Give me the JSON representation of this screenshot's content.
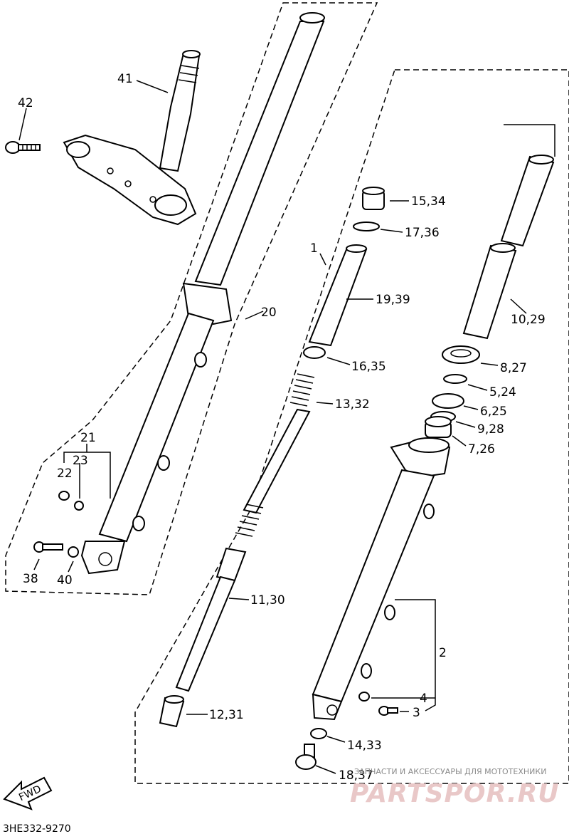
{
  "diagram": {
    "code": "3HE332-9270",
    "fwd_label": "FWD",
    "callouts": {
      "c41": "41",
      "c42": "42",
      "c20": "20",
      "c21": "21",
      "c23": "23",
      "c22": "22",
      "c38": "38",
      "c40": "40",
      "c1": "1",
      "c15_34": "15,34",
      "c17_36": "17,36",
      "c19_39": "19,39",
      "c16_35": "16,35",
      "c13_32": "13,32",
      "c11_30": "11,30",
      "c12_31": "12,31",
      "c10_29": "10,29",
      "c8_27": "8,27",
      "c5_24": "5,24",
      "c6_25": "6,25",
      "c9_28": "9,28",
      "c7_26": "7,26",
      "c2": "2",
      "c4": "4",
      "c3": "3",
      "c14_33": "14,33",
      "c18_37": "18,37"
    }
  },
  "watermark": {
    "tagline": "ЗАПЧАСТИ И АКСЕССУАРЫ ДЛЯ МОТОТЕХНИКИ",
    "brand": "PARTSPOR.RU"
  }
}
